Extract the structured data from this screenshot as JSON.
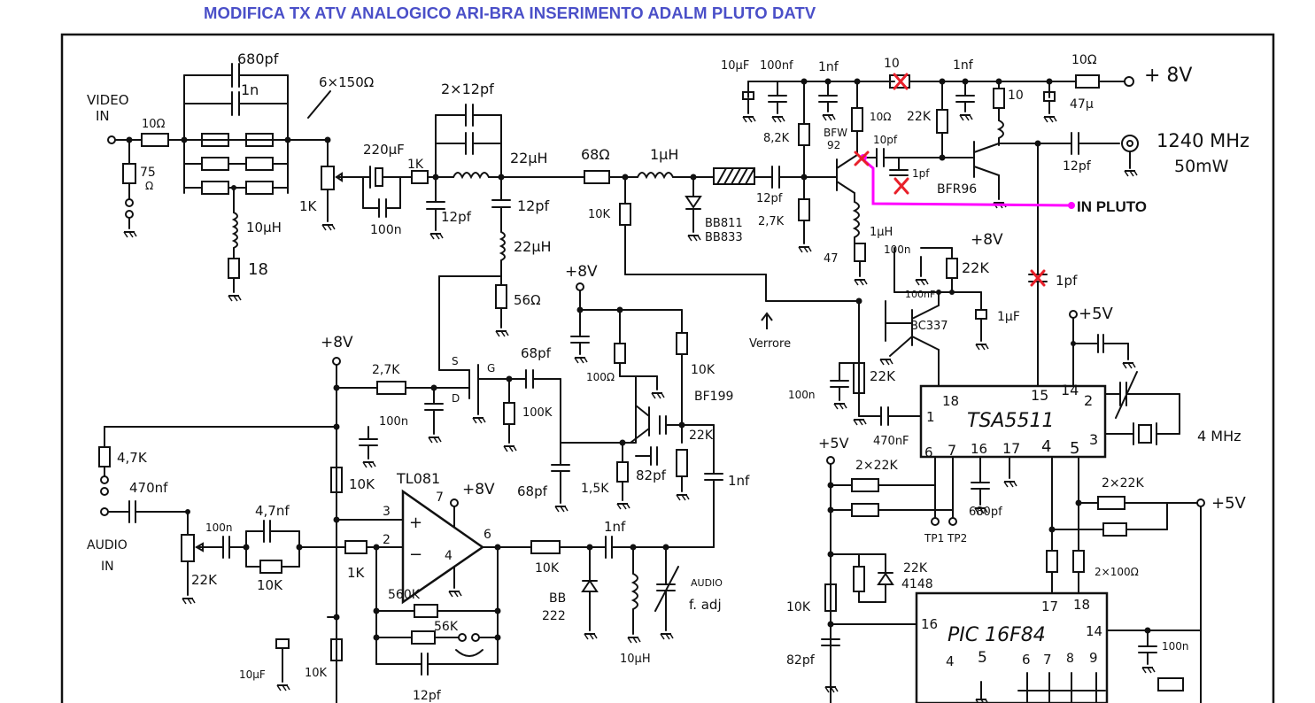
{
  "title": "MODIFICA TX ATV ANALOGICO ARI-BRA INSERIMENTO ADALM PLUTO DATV",
  "colors": {
    "title": "#4a4fc8",
    "ink": "#111111",
    "mod_wire": "#ff00ff",
    "mod_cross": "#e8202a"
  },
  "annotation": "IN PLUTO",
  "labels": {
    "video_in_1": "VIDEO",
    "video_in_2": "IN",
    "r10_in": "10Ω",
    "r75": "75",
    "r75_unit": "Ω",
    "c680": "680pf",
    "c1n": "1n",
    "r6x150": "6×150Ω",
    "l10uh_a": "10μH",
    "r18": "18",
    "pot1k": "1K",
    "c220": "220μF",
    "c100n_a": "100n",
    "r1k_a": "1K",
    "c2x12": "2×12pf",
    "l22uh_a": "22μH",
    "c12pf_a": "12pf",
    "c12pf_b": "12pf",
    "l22uh_b": "22μH",
    "r56": "56Ω",
    "r68": "68Ω",
    "l1uh_a": "1μH",
    "r10k_a": "10K",
    "bb811": "BB811",
    "bb833": "BB833",
    "c12pf_c": "12pf",
    "c10uf": "10μF",
    "c100nf": "100nf",
    "c1nf_a": "1nf",
    "r10_top": "10",
    "c1nf_b": "1nf",
    "r10_right": "10Ω",
    "plus8v_a": "+ 8V",
    "r8k2": "8,2K",
    "bfw92_a": "BFW",
    "bfw92_b": "92",
    "r10_mid": "10Ω",
    "r22k_a": "22K",
    "r10_b": "10",
    "c47u": "47μ",
    "c10pf": "10pf",
    "c1pf_a": "1pf",
    "bfr96": "BFR96",
    "c12pf_out": "12pf",
    "freq": "1240 MHz",
    "power": "50mW",
    "r2k7_a": "2,7K",
    "l1uh_b": "1μH",
    "r47": "47",
    "c100n_b": "100n",
    "c100nf_b": "100nF",
    "r22k_b": "22K",
    "plus8v_b": "+8V",
    "c1pf_b": "1pf",
    "verrore": "Verrore",
    "bc337": "BC337",
    "c1uf": "1μF",
    "plus5v_a": "+5V",
    "c100n_c": "100n",
    "r22k_c": "22K",
    "c470nf_a": "470nF",
    "tsa": "TSA5511",
    "tsa_p18": "18",
    "tsa_p15": "15",
    "tsa_p14": "14",
    "tsa_p2": "2",
    "tsa_p1": "1",
    "tsa_p3": "3",
    "tsa_p6": "6",
    "tsa_p7": "7",
    "tsa_p16": "16",
    "tsa_p17": "17",
    "tsa_p4": "4",
    "tsa_p5": "5",
    "xtal": "4 MHz",
    "plus8v_c": "+8V",
    "r2k7_b": "2,7K",
    "c100n_d": "100n",
    "s": "S",
    "g": "G",
    "d": "D",
    "c68pf_a": "68pf",
    "r100k": "100K",
    "plus8v_d": "+8V",
    "r100_a": "100Ω",
    "r10k_b": "10K",
    "bf199": "BF199",
    "r22k_d": "22K",
    "c68pf_b": "68pf",
    "r1k5": "1,5K",
    "c82pf_a": "82pf",
    "c1nf_c": "1nf",
    "r4k7": "4,7K",
    "c470nf_b": "470nf",
    "audio_in_1": "AUDIO",
    "audio_in_2": "IN",
    "c100n_e": "100n",
    "c4n7": "4,7nf",
    "r22k_e": "22K",
    "r10k_c": "10K",
    "r10k_d": "10K",
    "tl081": "TL081",
    "op_p7": "7",
    "plus8v_e": "+8V",
    "op_p3": "3",
    "op_p2": "2",
    "op_p4": "4",
    "op_p6": "6",
    "op_plus": "+",
    "op_minus": "−",
    "r1k_b": "1K",
    "r560k": "560K",
    "r56k": "56K",
    "c12pf_d": "12pf",
    "c10uf_b": "10μF",
    "r10k_e": "10K",
    "r10k_f": "10K",
    "bb222_a": "BB",
    "bb222_b": "222",
    "c1nf_d": "1nf",
    "l10uh_b": "10μH",
    "audio_adj_1": "AUDIO",
    "audio_adj_2": "f. adj",
    "plus5v_b": "+5V",
    "r2x22k_a": "2×22K",
    "c680pf_b": "680pf",
    "tp1": "TP1",
    "tp2": "TP2",
    "r2x22k_b": "2×22K",
    "plus5v_c": "+5V",
    "r22k_f": "22K",
    "d4148": "4148",
    "r2x100": "2×100Ω",
    "r10k_g": "10K",
    "c82pf_b": "82pf",
    "pic": "PIC 16F84",
    "pic_p16": "16",
    "pic_p17": "17",
    "pic_p18": "18",
    "pic_p14": "14",
    "pic_p4": "4",
    "pic_p5": "5",
    "pic_p6": "6",
    "pic_p7": "7",
    "pic_p8": "8",
    "pic_p9": "9",
    "c100n_f": "100n"
  }
}
